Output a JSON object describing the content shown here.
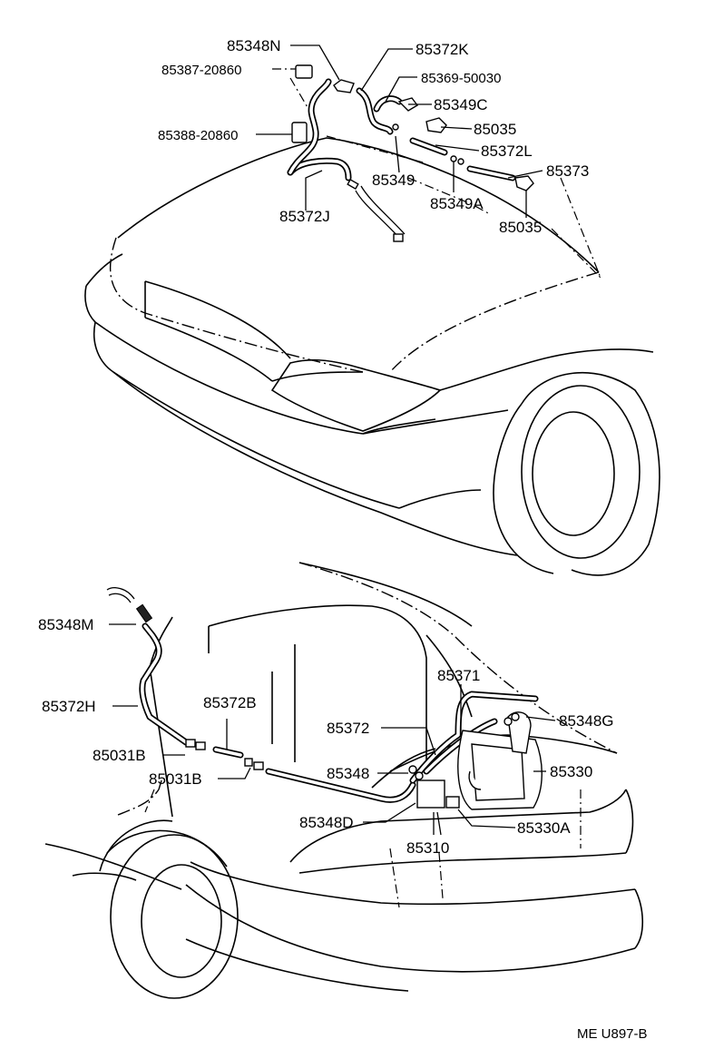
{
  "diagram": {
    "front_labels": {
      "p85348N": "85348N",
      "p85387_20860": "85387-20860",
      "p85388_20860": "85388-20860",
      "p85372J": "85372J",
      "p85372K": "85372K",
      "p85369_50030": "85369-50030",
      "p85349C": "85349C",
      "p85035_a": "85035",
      "p85372L": "85372L",
      "p85349": "85349",
      "p85373": "85373",
      "p85349A": "85349A",
      "p85035_b": "85035"
    },
    "rear_labels": {
      "p85348M": "85348M",
      "p85372H": "85372H",
      "p85372B": "85372B",
      "p85031B_a": "85031B",
      "p85031B_b": "85031B",
      "p85371": "85371",
      "p85372": "85372",
      "p85348G": "85348G",
      "p85348": "85348",
      "p85330": "85330",
      "p85348D": "85348D",
      "p85330A": "85330A",
      "p85310": "85310"
    },
    "reference_code": "ME U897-B"
  }
}
